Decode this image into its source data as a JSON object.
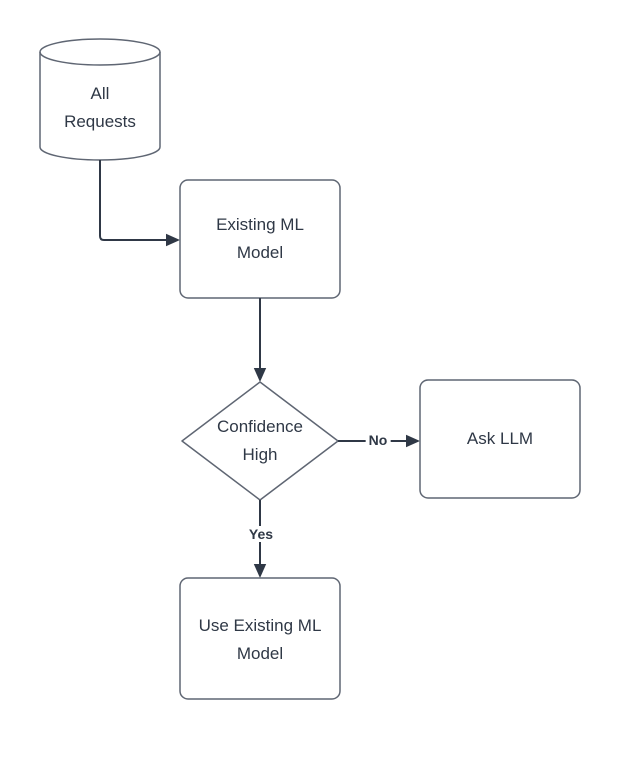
{
  "diagram": {
    "type": "flowchart",
    "background_color": "#ffffff",
    "colors": {
      "shape_border": "#5f6673",
      "shape_fill": "#ffffff",
      "connector": "#2f3846",
      "text": "#2f3846"
    },
    "nodes": {
      "all_requests": {
        "label": "All Requests",
        "shape": "cylinder"
      },
      "existing_ml_model": {
        "label": "Existing ML Model",
        "shape": "rounded-rectangle"
      },
      "confidence_high": {
        "label": "Confidence High",
        "shape": "diamond"
      },
      "ask_llm": {
        "label": "Ask LLM",
        "shape": "rounded-rectangle"
      },
      "use_existing_ml_model": {
        "label": "Use Existing ML Model",
        "shape": "rounded-rectangle"
      }
    },
    "edges": [
      {
        "from": "all_requests",
        "to": "existing_ml_model",
        "label": ""
      },
      {
        "from": "existing_ml_model",
        "to": "confidence_high",
        "label": ""
      },
      {
        "from": "confidence_high",
        "to": "ask_llm",
        "label": "No"
      },
      {
        "from": "confidence_high",
        "to": "use_existing_ml_model",
        "label": "Yes"
      }
    ]
  }
}
